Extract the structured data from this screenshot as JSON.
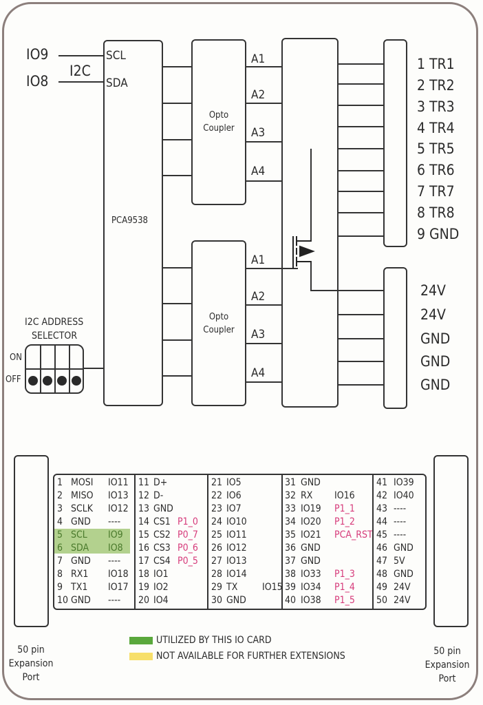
{
  "diagram": {
    "inputs": {
      "io9": "IO9",
      "io8": "IO8",
      "bus": "I2C",
      "scl": "SCL",
      "sda": "SDA"
    },
    "expander": {
      "label": "PCA9538"
    },
    "optocouplers": [
      {
        "label_line1": "Opto",
        "label_line2": "Coupler",
        "outputs": [
          "A1",
          "A2",
          "A3",
          "A4"
        ]
      },
      {
        "label_line1": "Opto",
        "label_line2": "Coupler",
        "outputs": [
          "A1",
          "A2",
          "A3",
          "A4"
        ]
      }
    ],
    "address_selector": {
      "title_line1": "I2C ADDRESS",
      "title_line2": "SELECTOR",
      "on_label": "ON",
      "off_label": "OFF",
      "switch_states": [
        "OFF",
        "OFF",
        "OFF",
        "OFF"
      ]
    },
    "terminal_outputs": [
      "1 TR1",
      "2 TR2",
      "3 TR3",
      "4 TR4",
      "5 TR5",
      "6 TR6",
      "7 TR7",
      "8 TR8",
      "9 GND"
    ],
    "terminal_power": [
      "24V",
      "24V",
      "GND",
      "GND",
      "GND"
    ],
    "mosfet_icon": "n-channel-mosfet"
  },
  "expansion": {
    "left_port": {
      "line1": "50 pin",
      "line2": "Expansion",
      "line3": "Port"
    },
    "right_port": {
      "line1": "50 pin",
      "line2": "Expansion",
      "line3": "Port"
    },
    "pin_columns": [
      [
        {
          "n": "1",
          "name": "MOSI",
          "io": "IO11",
          "alt": ""
        },
        {
          "n": "2",
          "name": "MISO",
          "io": "IO13",
          "alt": ""
        },
        {
          "n": "3",
          "name": "SCLK",
          "io": "IO12",
          "alt": ""
        },
        {
          "n": "4",
          "name": "GND",
          "io": "----",
          "alt": ""
        },
        {
          "n": "5",
          "name": "SCL",
          "io": "IO9",
          "alt": "",
          "utilized": true
        },
        {
          "n": "6",
          "name": "SDA",
          "io": "IO8",
          "alt": "",
          "utilized": true
        },
        {
          "n": "7",
          "name": "GND",
          "io": "----",
          "alt": ""
        },
        {
          "n": "8",
          "name": "RX1",
          "io": "IO18",
          "alt": ""
        },
        {
          "n": "9",
          "name": "TX1",
          "io": "IO17",
          "alt": ""
        },
        {
          "n": "10",
          "name": "GND",
          "io": "----",
          "alt": ""
        }
      ],
      [
        {
          "n": "11",
          "name": "D+",
          "io": "",
          "alt": ""
        },
        {
          "n": "12",
          "name": "D-",
          "io": "",
          "alt": ""
        },
        {
          "n": "13",
          "name": "GND",
          "io": "",
          "alt": ""
        },
        {
          "n": "14",
          "name": "CS1",
          "io": "",
          "alt": "P1_0"
        },
        {
          "n": "15",
          "name": "CS2",
          "io": "",
          "alt": "P0_7"
        },
        {
          "n": "16",
          "name": "CS3",
          "io": "",
          "alt": "P0_6"
        },
        {
          "n": "17",
          "name": "CS4",
          "io": "",
          "alt": "P0_5"
        },
        {
          "n": "18",
          "name": "IO1",
          "io": "",
          "alt": ""
        },
        {
          "n": "19",
          "name": "IO2",
          "io": "",
          "alt": ""
        },
        {
          "n": "20",
          "name": "IO4",
          "io": "",
          "alt": ""
        }
      ],
      [
        {
          "n": "21",
          "name": "IO5",
          "io": "",
          "alt": ""
        },
        {
          "n": "22",
          "name": "IO6",
          "io": "",
          "alt": ""
        },
        {
          "n": "23",
          "name": "IO7",
          "io": "",
          "alt": ""
        },
        {
          "n": "24",
          "name": "IO10",
          "io": "",
          "alt": ""
        },
        {
          "n": "25",
          "name": "IO11",
          "io": "",
          "alt": ""
        },
        {
          "n": "26",
          "name": "IO12",
          "io": "",
          "alt": ""
        },
        {
          "n": "27",
          "name": "IO13",
          "io": "",
          "alt": ""
        },
        {
          "n": "28",
          "name": "IO14",
          "io": "",
          "alt": ""
        },
        {
          "n": "29",
          "name": "TX",
          "io": "IO15",
          "alt": ""
        },
        {
          "n": "30",
          "name": "GND",
          "io": "",
          "alt": ""
        }
      ],
      [
        {
          "n": "31",
          "name": "GND",
          "io": "",
          "alt": ""
        },
        {
          "n": "32",
          "name": "RX",
          "io": "IO16",
          "alt": ""
        },
        {
          "n": "33",
          "name": "IO19",
          "io": "",
          "alt": "P1_1"
        },
        {
          "n": "34",
          "name": "IO20",
          "io": "",
          "alt": "P1_2"
        },
        {
          "n": "35",
          "name": "IO21",
          "io": "",
          "alt": "PCA_RST"
        },
        {
          "n": "36",
          "name": "GND",
          "io": "",
          "alt": ""
        },
        {
          "n": "37",
          "name": "GND",
          "io": "",
          "alt": ""
        },
        {
          "n": "38",
          "name": "IO33",
          "io": "",
          "alt": "P1_3"
        },
        {
          "n": "39",
          "name": "IO34",
          "io": "",
          "alt": "P1_4"
        },
        {
          "n": "40",
          "name": "IO38",
          "io": "",
          "alt": "P1_5"
        }
      ],
      [
        {
          "n": "41",
          "name": "IO39",
          "io": "",
          "alt": ""
        },
        {
          "n": "42",
          "name": "IO40",
          "io": "",
          "alt": ""
        },
        {
          "n": "43",
          "name": "----",
          "io": "",
          "alt": ""
        },
        {
          "n": "44",
          "name": "----",
          "io": "",
          "alt": ""
        },
        {
          "n": "45",
          "name": "----",
          "io": "",
          "alt": ""
        },
        {
          "n": "46",
          "name": "GND",
          "io": "",
          "alt": ""
        },
        {
          "n": "47",
          "name": "5V",
          "io": "",
          "alt": ""
        },
        {
          "n": "48",
          "name": "GND",
          "io": "",
          "alt": ""
        },
        {
          "n": "49",
          "name": "24V",
          "io": "",
          "alt": ""
        },
        {
          "n": "50",
          "name": "24V",
          "io": "",
          "alt": ""
        }
      ]
    ]
  },
  "legend": {
    "items": [
      {
        "label": "UTILIZED BY THIS IO CARD",
        "color": "#5aa83c"
      },
      {
        "label": "NOT AVAILABLE FOR FURTHER EXTENSIONS",
        "color": "#f7df6a"
      }
    ]
  },
  "colors": {
    "line": "#333333",
    "border": "#8c7f7c",
    "utilized_highlight": "#a6c97a",
    "alt_signal": "#d63a7a"
  }
}
